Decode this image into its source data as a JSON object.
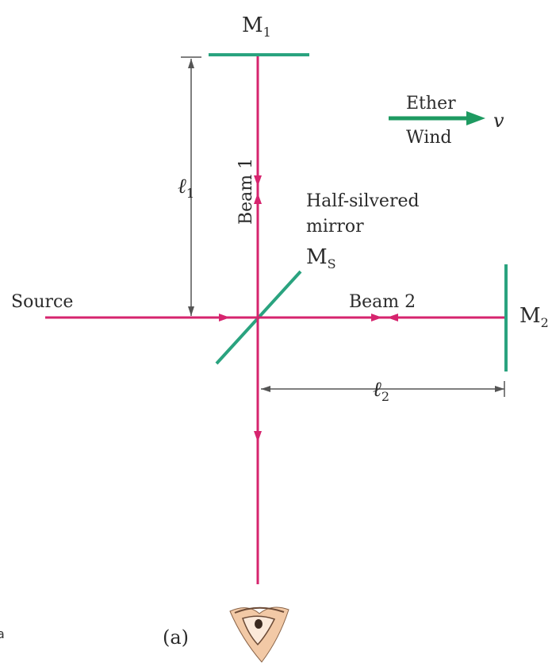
{
  "labels": {
    "m1_main": "M",
    "m1_sub": "1",
    "m2_main": "M",
    "m2_sub": "2",
    "ms_main": "M",
    "ms_sub": "S",
    "l1_main": "ℓ",
    "l1_sub": "1",
    "l2_main": "ℓ",
    "l2_sub": "2",
    "beam1": "Beam 1",
    "beam2": "Beam 2",
    "source": "Source",
    "half_silvered_line1": "Half-silvered",
    "half_silvered_line2": "mirror",
    "ether": "Ether",
    "wind": "Wind",
    "velocity": "v",
    "panel": "(a)",
    "edge_glyph": "a"
  },
  "colors": {
    "beam": "#d6246e",
    "mirror": "#2aa37f",
    "arrow": "#1e9a61",
    "dimension": "#555555",
    "eye_skin": "#f2c9a6",
    "eye_outline": "#6b4a36"
  }
}
